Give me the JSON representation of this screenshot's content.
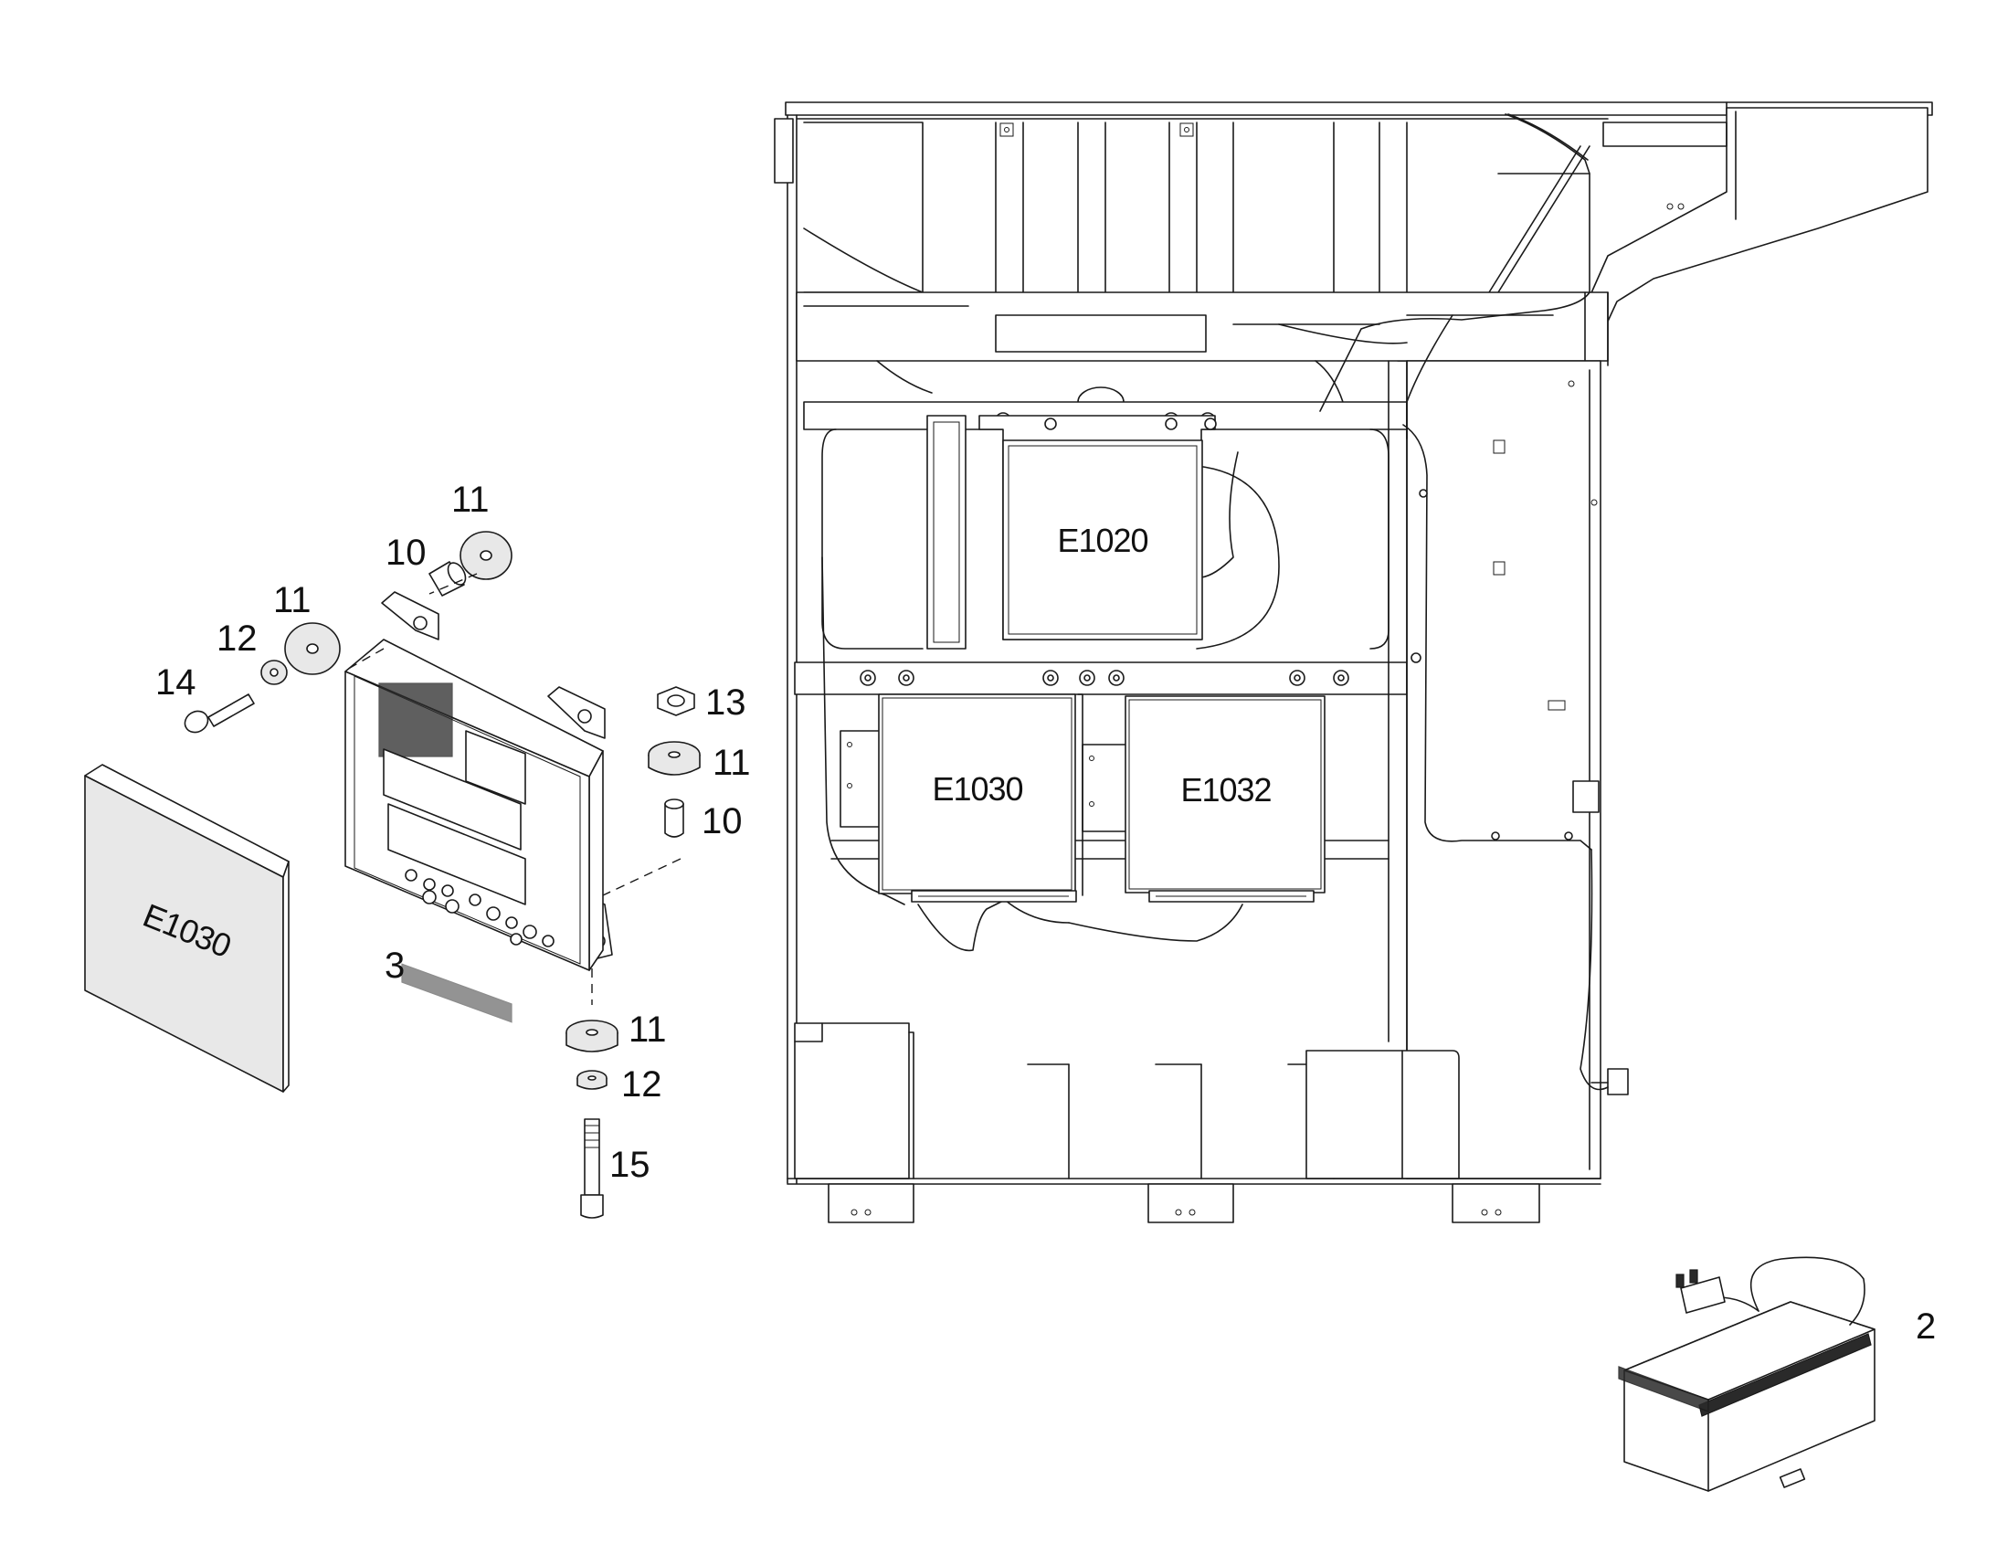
{
  "callouts": {
    "c2": "2",
    "c3": "3",
    "c10a": "10",
    "c10b": "10",
    "c11a": "11",
    "c11b": "11",
    "c11c": "11",
    "c11d": "11",
    "c12a": "12",
    "c12b": "12",
    "c13": "13",
    "c14": "14",
    "c15": "15"
  },
  "modules": {
    "e1020": "E1020",
    "e1030": "E1030",
    "e1032": "E1032",
    "cover": "E1030"
  }
}
